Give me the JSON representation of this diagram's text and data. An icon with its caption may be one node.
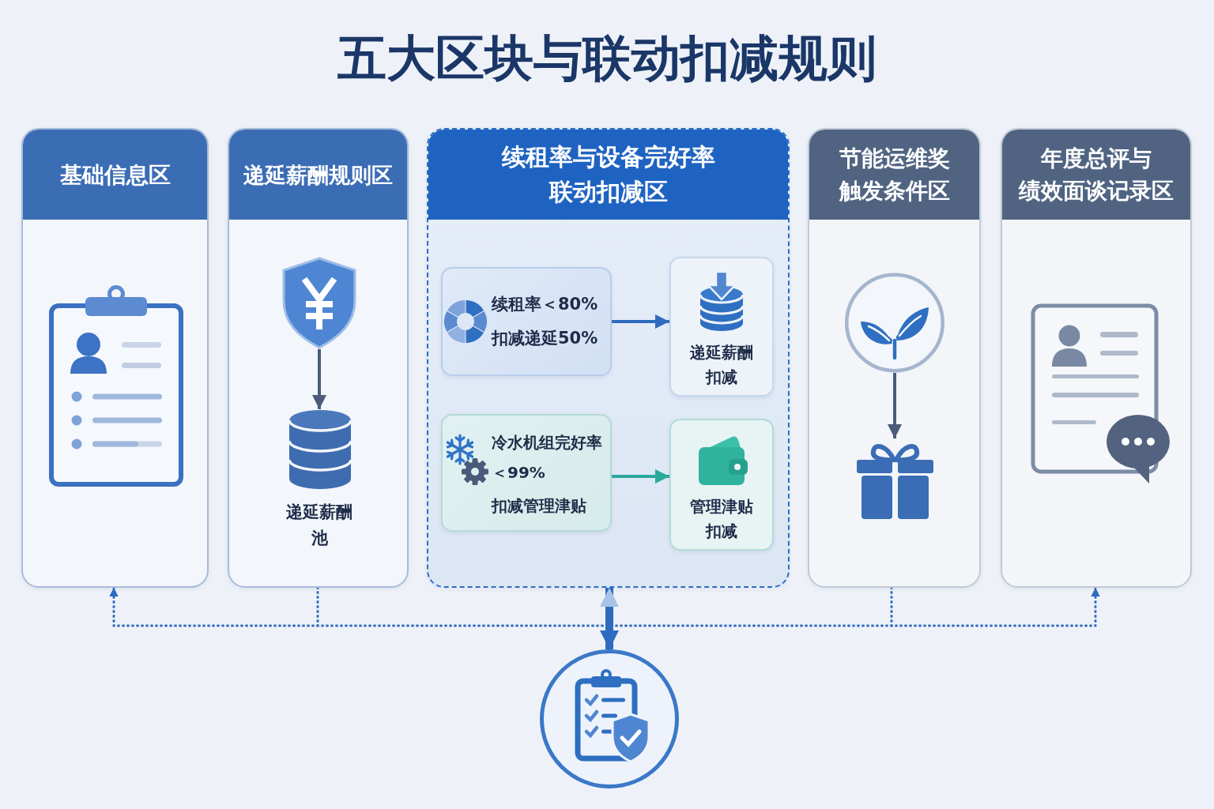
{
  "diagram": {
    "title": "五大区块与联动扣减规则",
    "nodes": [
      {
        "text": [
          "基础信息区"
        ]
      },
      {
        "text": [
          "递延薪酬规则区"
        ]
      },
      {
        "text": [],
        "shape": "picture",
        "in": 1
      },
      {
        "text": [
          "递延薪酬池"
        ],
        "in": 1
      },
      {
        "text": [
          "续租率与设备完好率联动扣减区"
        ]
      },
      {
        "text": [
          "续租率＜80%",
          "扣减递延50%"
        ],
        "in": 4
      },
      {
        "text": [
          "递延薪酬扣减"
        ],
        "in": 4
      },
      {
        "text": [
          "冷水机组完好率＜99%",
          "扣减管理津贴"
        ],
        "in": 4
      },
      {
        "text": [
          "管理津贴扣减"
        ],
        "in": 4
      },
      {
        "text": [
          "节能运维奖触发条件区"
        ]
      },
      {
        "text": [],
        "shape": "circle",
        "in": 9
      },
      {
        "text": [],
        "shape": "picture",
        "in": 9
      },
      {
        "text": [
          "年度总评与绩效面谈记录区"
        ]
      },
      {
        "text": [],
        "shape": "circle"
      }
    ],
    "edges": [
      {
        "from": 2,
        "to": 3,
        "arrow": "to",
        "color": "#4b5b7a"
      },
      {
        "from": 5,
        "to": 6,
        "arrow": "to"
      },
      {
        "from": 7,
        "to": 8,
        "arrow": "to",
        "color": "#2ba99b"
      },
      {
        "from": 10,
        "to": 11,
        "arrow": "to",
        "color": "#4b5b7a"
      },
      {
        "from": 4,
        "to": 13,
        "arrow": "both",
        "style": "thick"
      },
      {
        "from": 1,
        "to": 0,
        "arrow": "to",
        "style": "dashed"
      },
      {
        "from": 1,
        "to": 12,
        "arrow": "to",
        "style": "dashed"
      },
      {
        "from": 9,
        "to": 0,
        "arrow": "to",
        "style": "dashed"
      },
      {
        "from": 9,
        "to": 12,
        "arrow": "to",
        "style": "dashed"
      }
    ]
  }
}
